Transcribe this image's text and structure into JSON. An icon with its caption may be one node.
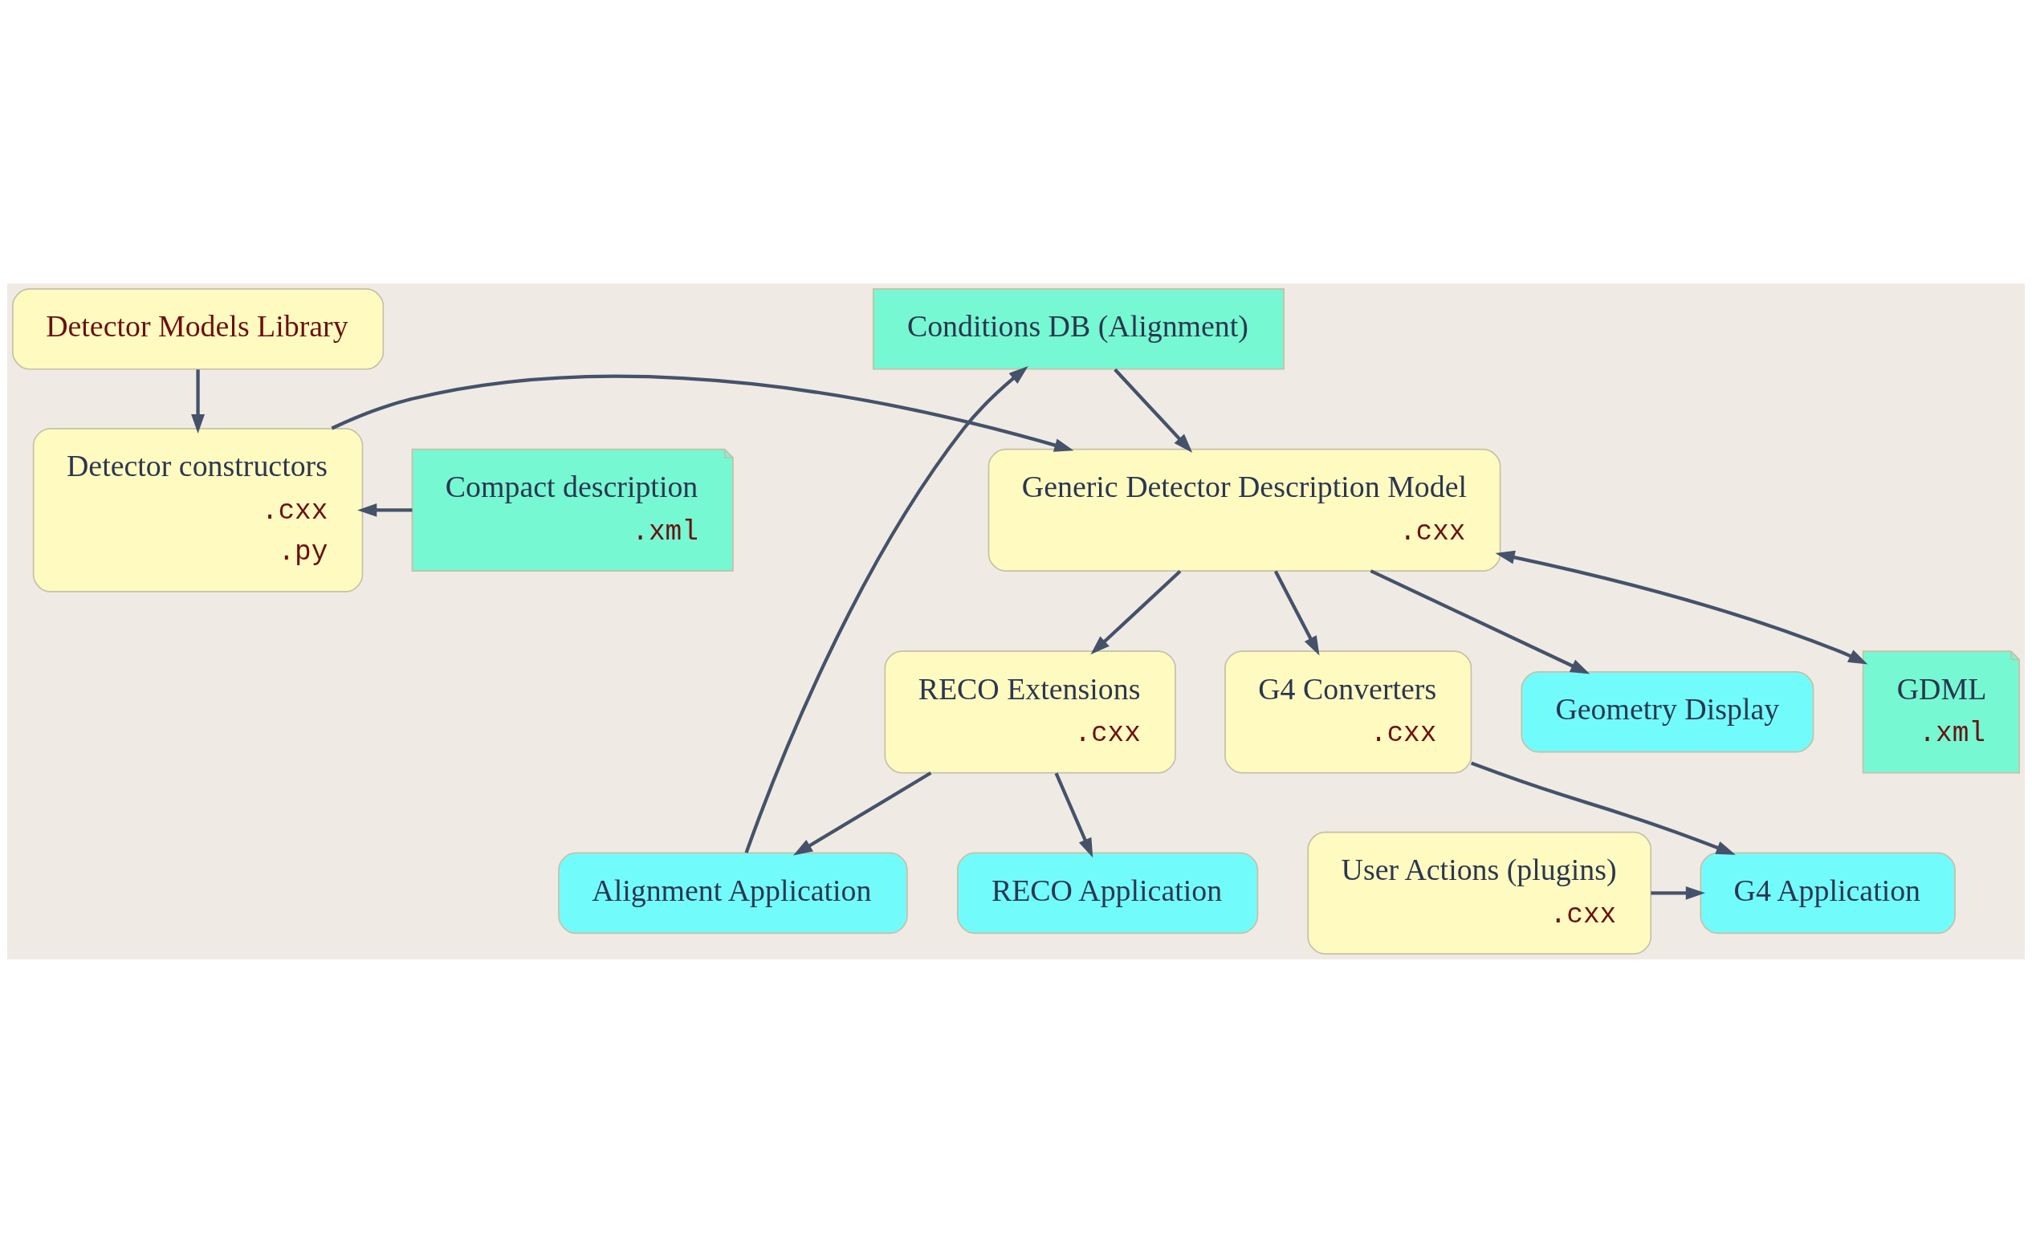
{
  "diagram": {
    "nodes": [
      {
        "text": [
          "Conditions DB (Alignment)"
        ]
      },
      {
        "text": [
          "Compact description",
          ".xml"
        ]
      },
      {
        "text": [
          "Detector constructors",
          ".cxx",
          ".py"
        ]
      },
      {
        "text": [
          "Generic Detector Description Model",
          ".cxx"
        ]
      },
      {
        "text": [
          "Geometry Display"
        ]
      },
      {
        "text": [
          "GDML",
          ".xml"
        ]
      },
      {
        "text": [
          "Detector Models Library"
        ]
      },
      {
        "text": [
          "G4 Converters",
          ".cxx"
        ]
      },
      {
        "text": [
          "RECO Extensions",
          ".cxx"
        ]
      },
      {
        "text": [
          "User Actions (plugins)",
          ".cxx"
        ]
      },
      {
        "text": [
          "G4 Application"
        ]
      },
      {
        "text": [
          "RECO Application"
        ]
      },
      {
        "text": [
          "Alignment Application"
        ]
      }
    ],
    "edges": [
      {
        "from": 1,
        "to": 2,
        "arrow": "to"
      },
      {
        "from": 6,
        "to": 2,
        "arrow": "to"
      },
      {
        "from": 2,
        "to": 3,
        "arrow": "to"
      },
      {
        "from": 0,
        "to": 3,
        "arrow": "to"
      },
      {
        "from": 3,
        "to": 4,
        "arrow": "to"
      },
      {
        "from": 3,
        "to": 5,
        "arrow": "both"
      },
      {
        "from": 3,
        "to": 7,
        "arrow": "to"
      },
      {
        "from": 3,
        "to": 8,
        "arrow": "to"
      },
      {
        "from": 7,
        "to": 10,
        "arrow": "to"
      },
      {
        "from": 8,
        "to": 11,
        "arrow": "to"
      },
      {
        "from": 8,
        "to": 12,
        "arrow": "to"
      },
      {
        "from": 9,
        "to": 10,
        "arrow": "to"
      },
      {
        "from": 12,
        "to": 0,
        "arrow": "to"
      }
    ]
  }
}
